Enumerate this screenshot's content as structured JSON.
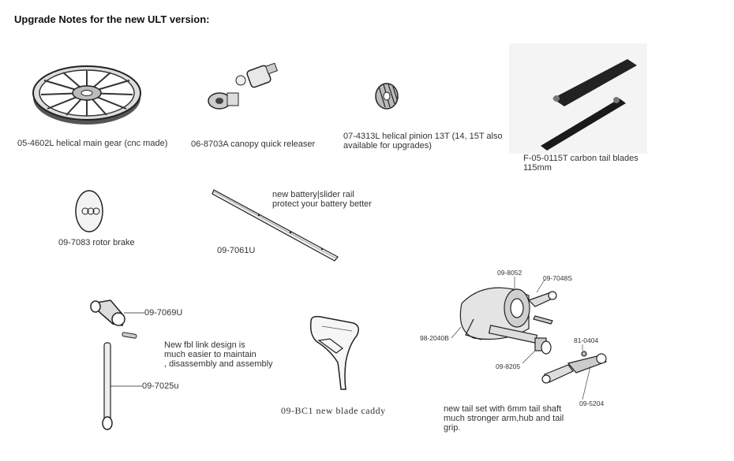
{
  "title": "Upgrade Notes for the new ULT version:",
  "items": {
    "main_gear": {
      "caption": "05-4602L helical main gear (cnc made)"
    },
    "canopy": {
      "caption": "06-8703A canopy quick releaser"
    },
    "pinion": {
      "line1": "07-4313L helical pinion 13T (14, 15T also",
      "line2": "available for upgrades)"
    },
    "tail_blades": {
      "line1": "F-05-0115T carbon tail blades",
      "line2": "115mm"
    },
    "rotor_brake": {
      "caption": "09-7083 rotor brake"
    },
    "slider_rail": {
      "note1": "new battery|slider rail",
      "note2": "protect your battery better",
      "part": "09-7061U"
    },
    "fbl_link": {
      "part1": "09-7069U",
      "part2": "09-7025u",
      "note1": "New fbl link design is",
      "note2": "much easier to maintain",
      "note3": ", disassembly and assembly"
    },
    "blade_caddy": {
      "caption": "09-BC1 new blade caddy"
    },
    "tail_set": {
      "c1": "09-8052",
      "c2": "09-7048S",
      "c3": "98-2040B",
      "c4": "81-0404",
      "c5": "09-8205",
      "c6": "09-5204",
      "note1": "new tail set with 6mm tail shaft",
      "note2": "much stronger arm,hub and tail",
      "note3": "grip."
    }
  }
}
